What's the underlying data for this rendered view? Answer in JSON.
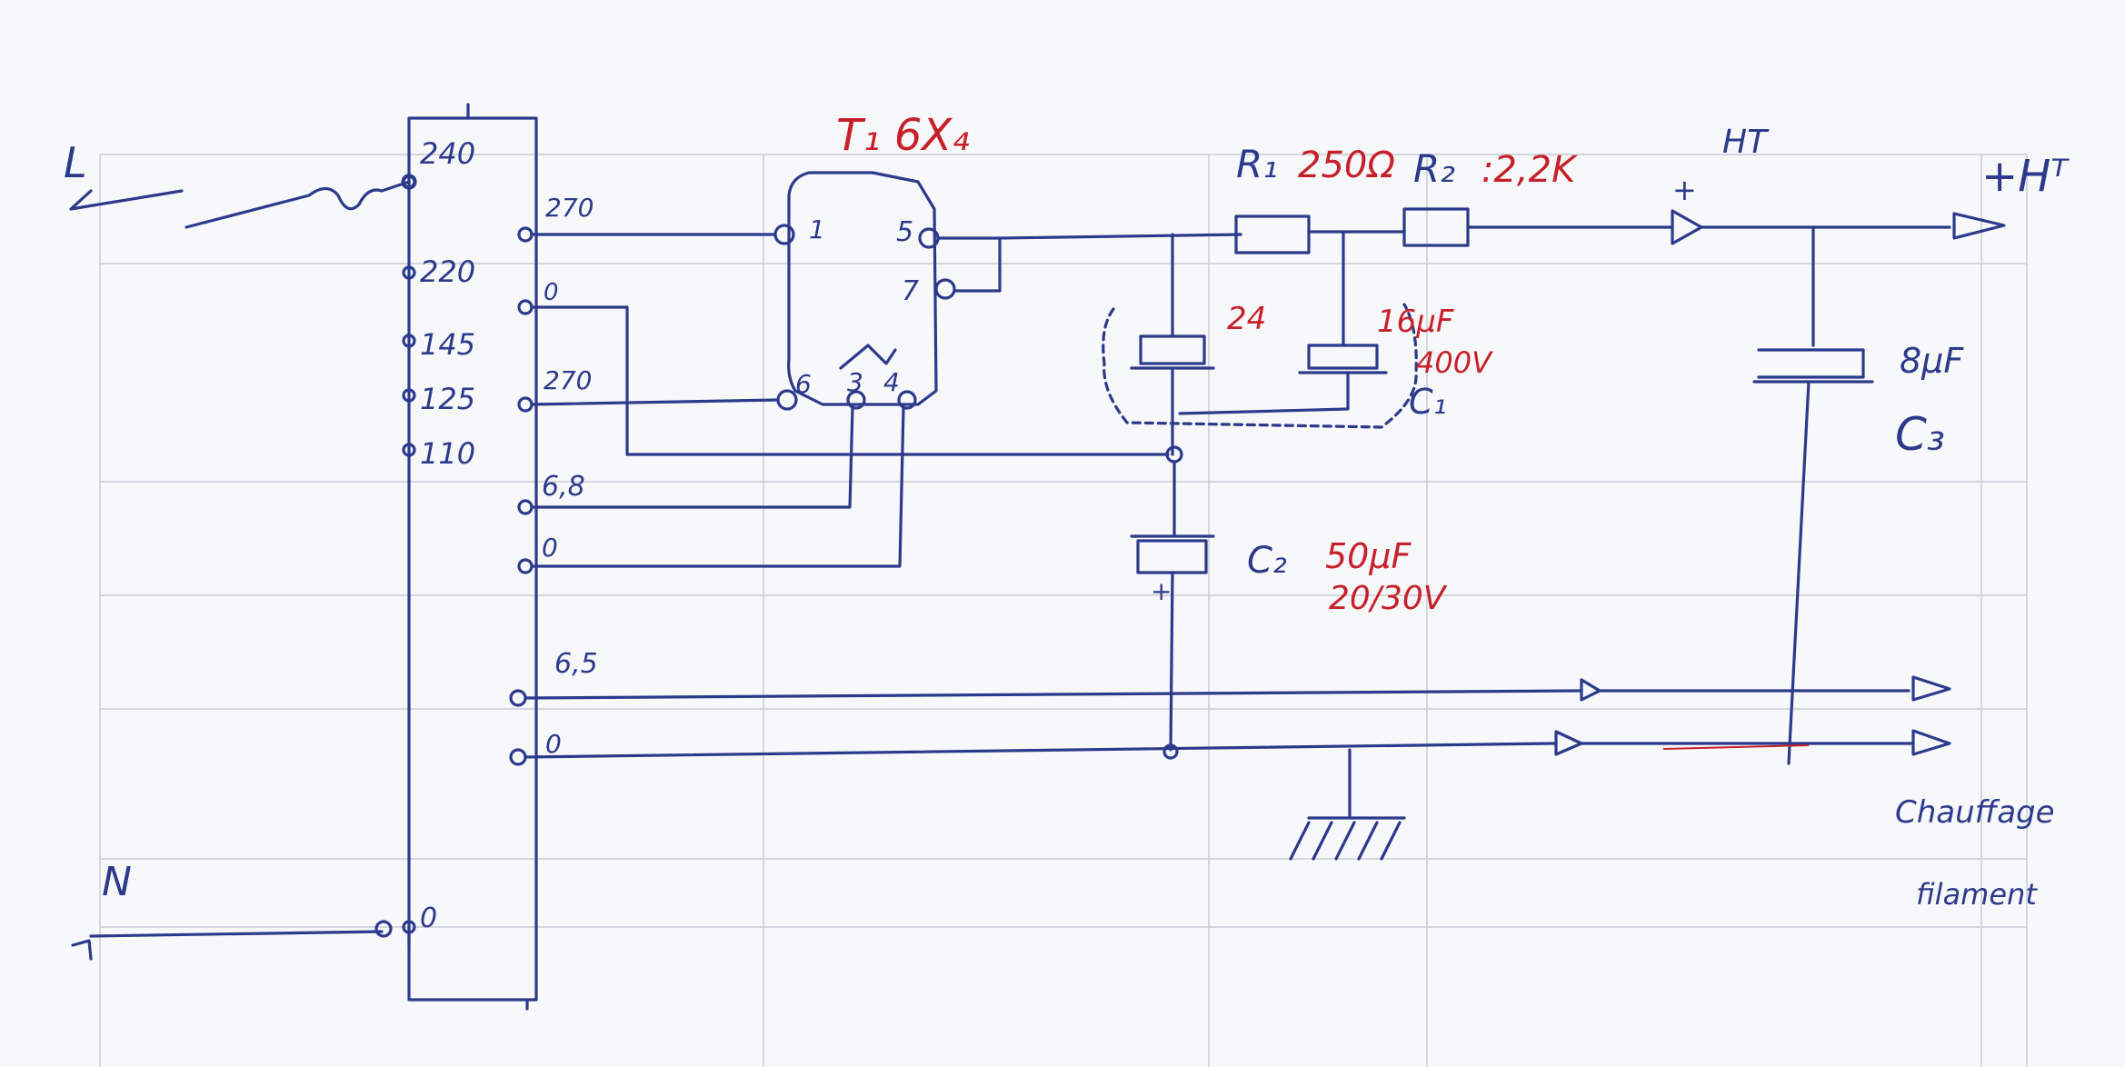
{
  "labels": {
    "line": "L",
    "neutral": "N",
    "t1": "T₁ 6X₄",
    "r1": "R₁",
    "r1_value": "250Ω",
    "r2": "R₂",
    "r2_value": ":2,2K",
    "ht": "HT",
    "ht_out": "+Hᵀ",
    "c1_value_a": "24",
    "c1_value_b": "16µF",
    "c1_voltage": "400V",
    "c1": "C₁",
    "c2": "C₂",
    "c2_value": "50µF",
    "c2_voltage": "20/30V",
    "c3_value": "8µF",
    "c3": "C₃",
    "chauffage": "Chauffage",
    "filament": "filament",
    "plus_ht": "+",
    "plus_c2": "+"
  },
  "primary_taps": [
    "240",
    "220",
    "145",
    "125",
    "110",
    "0"
  ],
  "secondary_taps": [
    "270",
    "0",
    "270",
    "6,8",
    "0",
    "6,5",
    "0"
  ],
  "tube_pins": [
    "1",
    "5",
    "7",
    "6",
    "3",
    "4"
  ],
  "colors": {
    "ink": "#2b3a8c",
    "value_ink": "#c8202a",
    "paper": "#f7f8fa"
  }
}
